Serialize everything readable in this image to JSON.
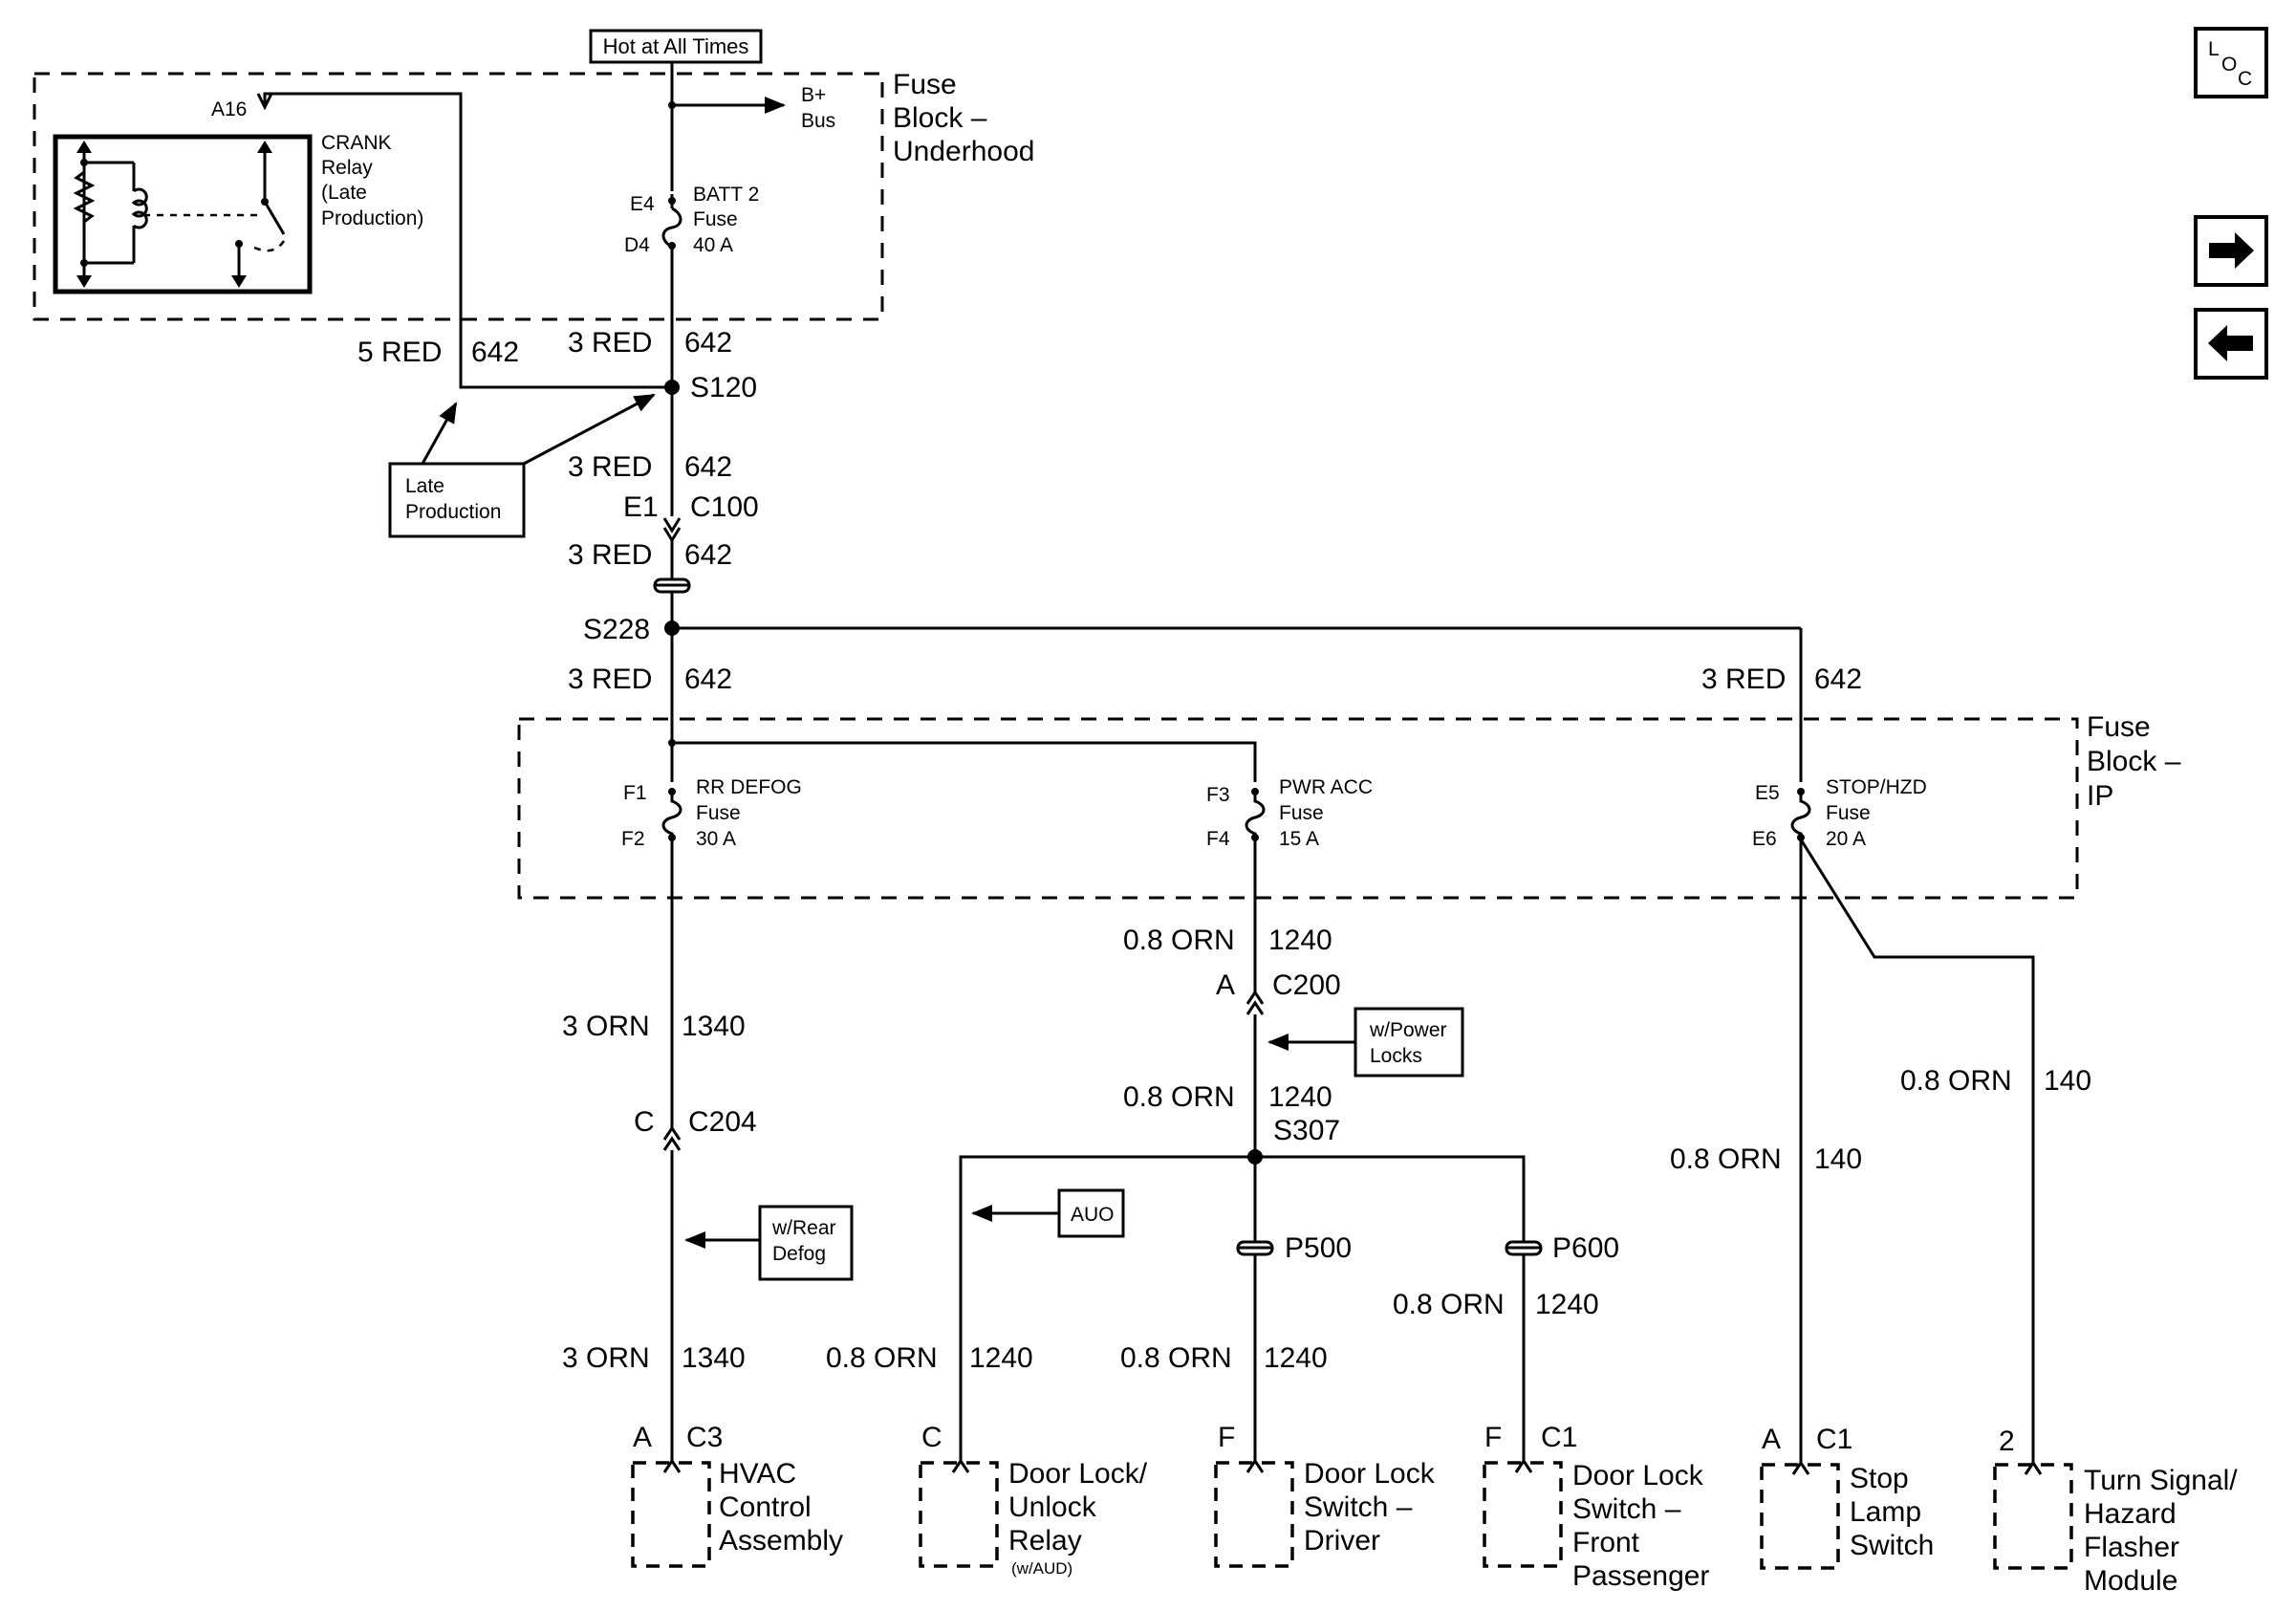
{
  "header": {
    "hot": "Hot at All Times",
    "bplus": [
      "B+",
      "Bus"
    ]
  },
  "nav": {
    "loc_l": "L",
    "loc_o": "O",
    "loc_c": "C"
  },
  "fuse_block_underhood": [
    "Fuse",
    "Block –",
    "Underhood"
  ],
  "fuse_block_ip": [
    "Fuse",
    "Block –",
    "IP"
  ],
  "crank": {
    "pin": "A16",
    "label": [
      "CRANK",
      "Relay",
      "(Late",
      "Production)"
    ]
  },
  "batt_fuse": {
    "pin_in": "E4",
    "pin_out": "D4",
    "label": [
      "BATT 2",
      "Fuse",
      "40 A"
    ]
  },
  "late_production": [
    "Late",
    "Production"
  ],
  "splices": {
    "s120": "S120",
    "s228": "S228",
    "s307": "S307"
  },
  "connectors": {
    "c100_pin": "E1",
    "c100": "C100",
    "c200_pin": "A",
    "c200": "C200",
    "c204_pin": "C",
    "c204": "C204",
    "p500": "P500",
    "p600": "P600"
  },
  "fuses_ip": [
    {
      "pin_in": "F1",
      "pin_out": "F2",
      "label": [
        "RR DEFOG",
        "Fuse",
        "30 A"
      ]
    },
    {
      "pin_in": "F3",
      "pin_out": "F4",
      "label": [
        "PWR ACC",
        "Fuse",
        "15 A"
      ]
    },
    {
      "pin_in": "E5",
      "pin_out": "E6",
      "label": [
        "STOP/HZD",
        "Fuse",
        "20 A"
      ]
    }
  ],
  "wires": {
    "w1": [
      "5 RED",
      "642"
    ],
    "w2": [
      "3 RED",
      "642"
    ],
    "w3": [
      "3 RED",
      "642"
    ],
    "w4": [
      "3 RED",
      "642"
    ],
    "w5": [
      "3 RED",
      "642"
    ],
    "w6": [
      "3 RED",
      "642"
    ],
    "w7": [
      "3 ORN",
      "1340"
    ],
    "w8": [
      "0.8 ORN",
      "1240"
    ],
    "w9": [
      "0.8 ORN",
      "1240"
    ],
    "w10": [
      "0.8 ORN",
      "140"
    ],
    "w11": [
      "0.8 ORN",
      "140"
    ],
    "w12": [
      "0.8 ORN",
      "1240"
    ],
    "w13": [
      "3 ORN",
      "1340"
    ],
    "w14": [
      "0.8 ORN",
      "1240"
    ],
    "w15": [
      "0.8 ORN",
      "1240"
    ]
  },
  "options": {
    "power_locks": [
      "w/Power",
      "Locks"
    ],
    "rear_defog": [
      "w/Rear",
      "Defog"
    ],
    "auo": "AUO"
  },
  "components": [
    {
      "pin": "A",
      "conn": "C3",
      "label": [
        "HVAC",
        "Control",
        "Assembly"
      ]
    },
    {
      "pin": "C",
      "conn": "",
      "label": [
        "Door Lock/",
        "Unlock",
        "Relay"
      ],
      "note": "(w/AUD)"
    },
    {
      "pin": "F",
      "conn": "",
      "label": [
        "Door Lock",
        "Switch –",
        "Driver"
      ]
    },
    {
      "pin": "F",
      "conn": "C1",
      "label": [
        "Door Lock",
        "Switch –",
        "Front",
        "Passenger"
      ]
    },
    {
      "pin": "A",
      "conn": "C1",
      "label": [
        "Stop",
        "Lamp",
        "Switch"
      ]
    },
    {
      "pin": "2",
      "conn": "",
      "label": [
        "Turn Signal/",
        "Hazard",
        "Flasher",
        "Module"
      ]
    }
  ]
}
